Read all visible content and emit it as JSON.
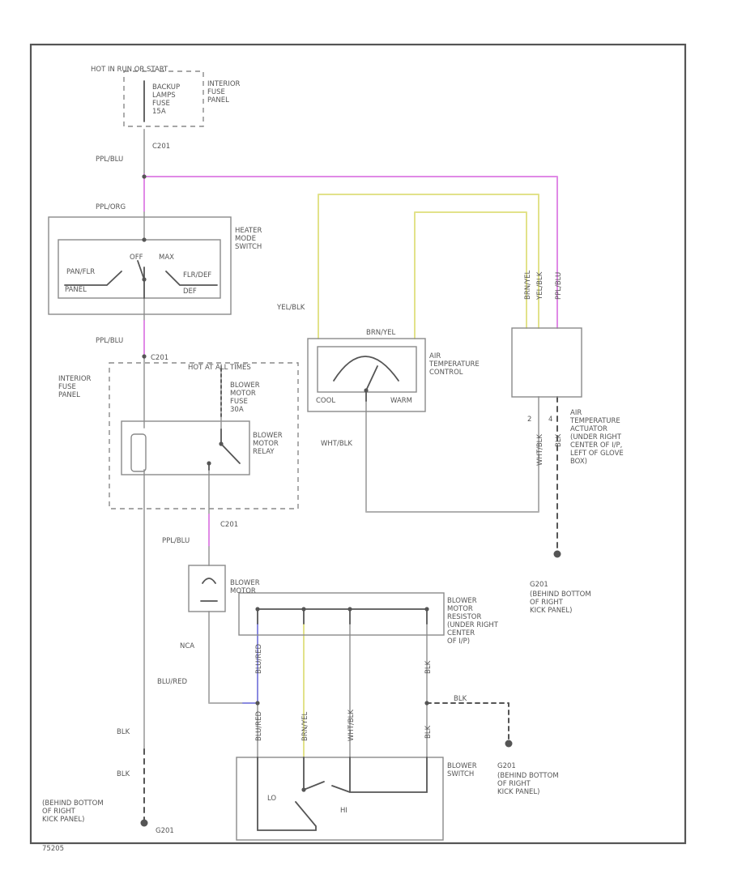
{
  "colors": {
    "frame": "#555555",
    "wire_gray": "#b0b0b0",
    "wire_pink": "#e08ae6",
    "wire_yellow": "#e2e28a",
    "wire_blue": "#8a8ae0",
    "component": "#8a8a8a",
    "text": "#555555"
  },
  "labels": {
    "hot_start": "HOT IN RUN OR START",
    "backup_fuse": [
      "BACKUP",
      "LAMPS",
      "FUSE",
      "15A"
    ],
    "interior_fuse_panel_top": [
      "INTERIOR",
      "FUSE",
      "PANEL"
    ],
    "c201_top": "C201",
    "wire_pplblu_1": "PPL/BLU",
    "wire_pplorg": "PPL/ORG",
    "heater_mode_switch": [
      "HEATER",
      "MODE",
      "SWITCH"
    ],
    "panflr": "PAN/FLR",
    "panel": "PANEL",
    "off": "OFF",
    "max": "MAX",
    "flrdef": "FLR/DEF",
    "def": "DEF",
    "wire_pplblu_2": "PPL/BLU",
    "c201_mid": "C201",
    "hot_at_all_times": "HOT AT ALL TIMES",
    "interior_fuse_panel_left": [
      "INTERIOR",
      "FUSE",
      "PANEL"
    ],
    "blower_motor_fuse": [
      "BLOWER",
      "MOTOR",
      "FUSE",
      "30A"
    ],
    "blower_motor_relay": [
      "BLOWER",
      "MOTOR",
      "RELAY"
    ],
    "c201_low": "C201",
    "wire_pplblu_3": "PPL/BLU",
    "blower_motor": [
      "BLOWER",
      "MOTOR"
    ],
    "nca": "NCA",
    "wire_blured": "BLU/RED",
    "wire_blk_1": "BLK",
    "wire_blk_2": "BLK",
    "ground_left": [
      "(BEHIND BOTTOM",
      "OF RIGHT",
      "KICK PANEL)"
    ],
    "g201_left": "G201",
    "wire_yelblk": "YEL/BLK",
    "wire_brnyel": "BRN/YEL",
    "air_temp_control": [
      "AIR",
      "TEMPERATURE",
      "CONTROL"
    ],
    "cool": "COOL",
    "warm": "WARM",
    "wire_whtblk": "WHT/BLK",
    "air_temp_actuator": [
      "AIR",
      "TEMPERATURE",
      "ACTUATOR",
      "(UNDER RIGHT",
      "CENTER OF I/P,",
      "LEFT OF GLOVE",
      "BOX)"
    ],
    "pin_2": "2",
    "pin_4": "4",
    "g201_right_mid": "G201",
    "ground_right_mid": [
      "(BEHIND BOTTOM",
      "OF RIGHT",
      "KICK PANEL)"
    ],
    "resistor_label": [
      "BLOWER",
      "MOTOR",
      "RESISTOR",
      "(UNDER RIGHT",
      "CENTER",
      "OF I/P)"
    ],
    "blower_switch": [
      "BLOWER",
      "SWITCH"
    ],
    "lo": "LO",
    "hi": "HI",
    "g201_right_low": "G201",
    "ground_right_low": [
      "(BEHIND BOTTOM",
      "OF RIGHT",
      "KICK PANEL)"
    ],
    "diagram_id": "75205"
  }
}
